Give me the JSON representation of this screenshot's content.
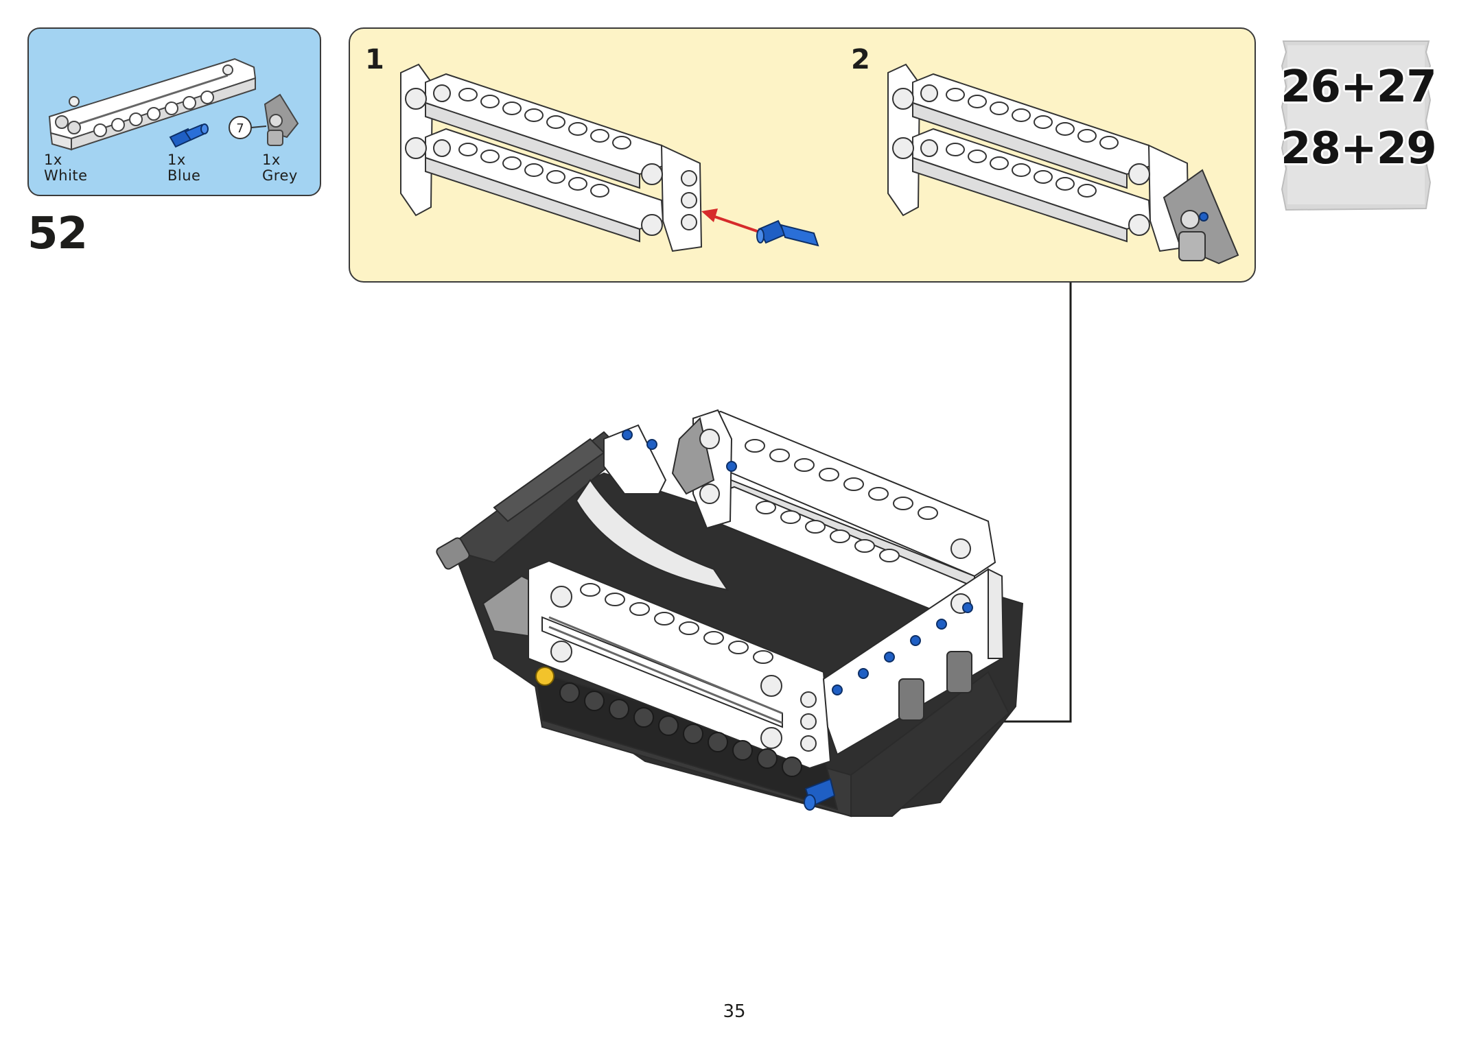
{
  "parts_list": {
    "items": [
      {
        "qty": "1x",
        "color": "White",
        "icon": "white-beam-icon"
      },
      {
        "qty": "1x",
        "color": "Blue",
        "icon": "blue-axle-pin-icon"
      },
      {
        "qty": "1x",
        "color": "Grey",
        "icon": "grey-connector-icon",
        "callout_number": "7"
      }
    ]
  },
  "step": {
    "number": "52"
  },
  "sub_steps": [
    {
      "number": "1"
    },
    {
      "number": "2"
    }
  ],
  "bags": {
    "line1": "26+27",
    "line2": "28+29"
  },
  "page": {
    "number": "35"
  },
  "colors": {
    "parts_bg": "#a3d3f2",
    "sub_bg": "#fdf3c6",
    "arrow": "#d62b2b",
    "blue_part": "#1f5fc4",
    "grey_part": "#9a9a9a"
  }
}
